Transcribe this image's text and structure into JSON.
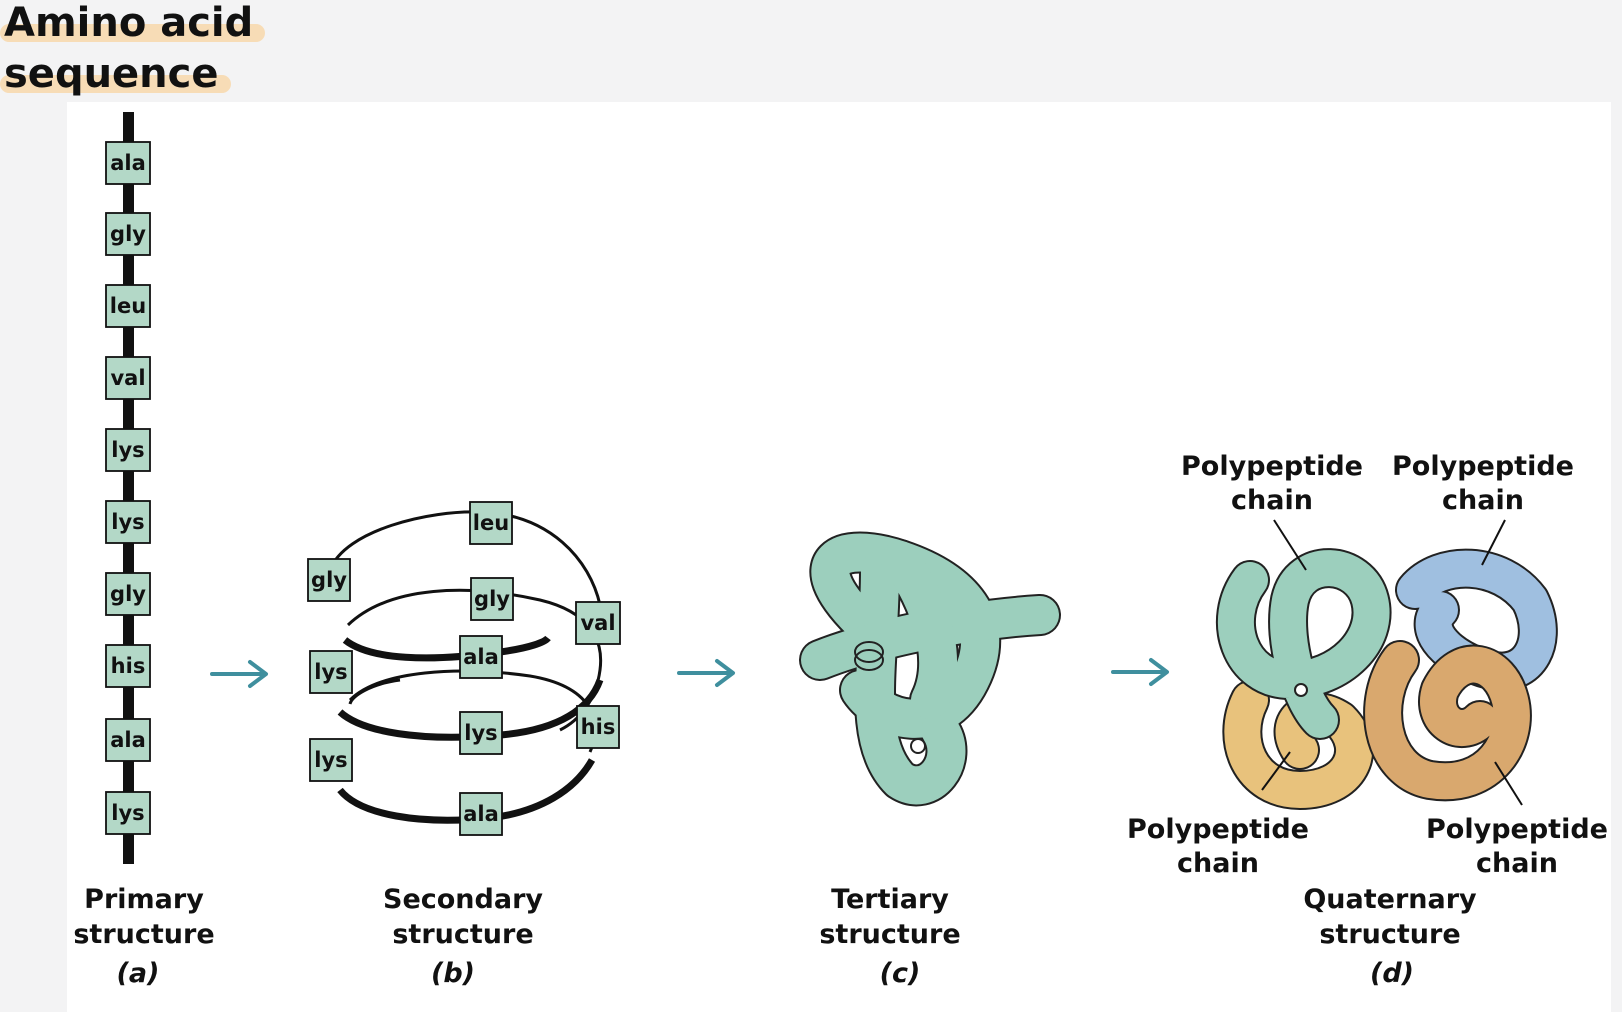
{
  "title": {
    "line1": "Amino acid",
    "line2": "sequence"
  },
  "panels": {
    "a": {
      "caption1": "Primary",
      "caption2": "structure",
      "letter": "(a)",
      "residues": [
        "ala",
        "gly",
        "leu",
        "val",
        "lys",
        "lys",
        "gly",
        "his",
        "ala",
        "lys"
      ]
    },
    "b": {
      "caption1": "Secondary",
      "caption2": "structure",
      "letter": "(b)",
      "residues": [
        "leu",
        "gly",
        "gly",
        "val",
        "ala",
        "lys",
        "lys",
        "his",
        "lys",
        "ala"
      ]
    },
    "c": {
      "caption1": "Tertiary",
      "caption2": "structure",
      "letter": "(c)"
    },
    "d": {
      "caption1": "Quaternary",
      "caption2": "structure",
      "letter": "(d)",
      "chain_labels": [
        {
          "line1": "Polypeptide",
          "line2": "chain"
        },
        {
          "line1": "Polypeptide",
          "line2": "chain"
        },
        {
          "line1": "Polypeptide",
          "line2": "chain"
        },
        {
          "line1": "Polypeptide",
          "line2": "chain"
        }
      ]
    }
  },
  "colors": {
    "residue_fill": "#b3d8c7",
    "teal_chain": "#9ccfbd",
    "blue_chain": "#9fbfe0",
    "gold_chain": "#e8c27c",
    "tan_chain": "#d9a86e",
    "arrow": "#3f8f9e",
    "title_highlight": "#f7dcb6"
  }
}
